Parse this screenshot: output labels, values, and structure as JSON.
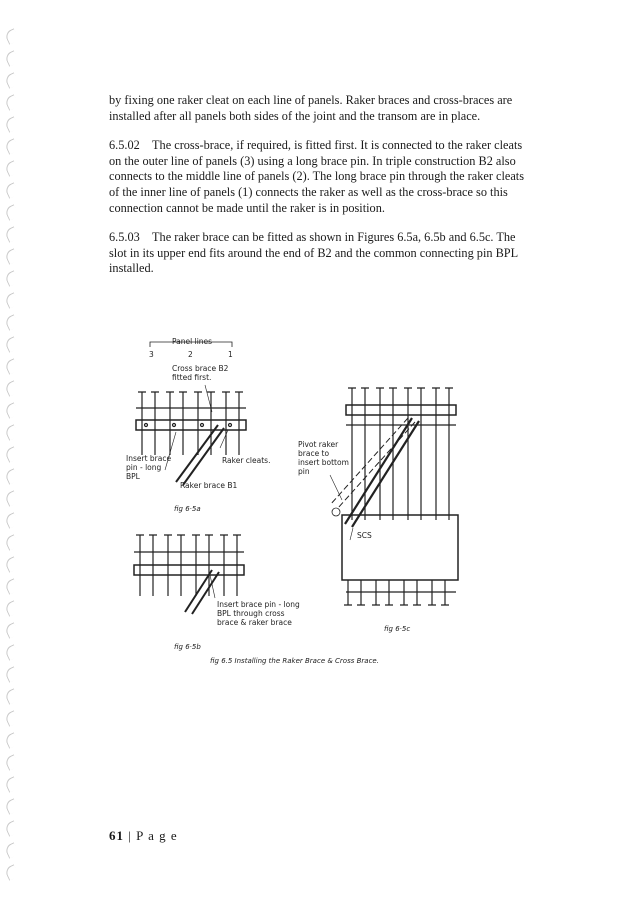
{
  "paragraphs": [
    "by fixing one raker cleat on each line of panels. Raker braces and cross-braces are installed after all panels both sides of the joint and the transom are in place.",
    "6.5.02 The cross-brace, if required, is fitted first. It is connected to the raker cleats on the outer line of panels (3) using a long brace pin. In triple construction B2 also connects to the middle line of panels (2). The long brace pin through the raker cleats of the inner line of panels (1) connects the raker as well as the cross-brace so this connection cannot be made until the raker is in position.",
    "6.5.03 The raker brace can be fitted as shown in Figures 6.5a, 6.5b and 6.5c. The slot in its upper end fits around the end of B2 and the common connecting pin BPL installed."
  ],
  "figure": {
    "panel_lines": "Panel lines",
    "line_numbers": [
      "3",
      "2",
      "1"
    ],
    "cross_brace_note": "Cross brace B2\nfitted first.",
    "insert_brace_pin": "Insert brace\npin - long\nBPL",
    "raker_cleats": "Raker cleats.",
    "raker_brace_b1": "Raker brace B1",
    "fig_a": "fig 6·5a",
    "insert_brace_pin_cross": "Insert brace pin - long\nBPL through cross\nbrace & raker brace",
    "fig_b": "fig 6·5b",
    "pivot_raker": "Pivot raker\nbrace to\ninsert bottom\npin",
    "scs": "SCS",
    "fig_c": "fig 6·5c",
    "caption": "fig 6.5 Installing the Raker Brace & Cross Brace."
  },
  "footer": {
    "page_number": "61",
    "page_label": " | P a g e"
  }
}
